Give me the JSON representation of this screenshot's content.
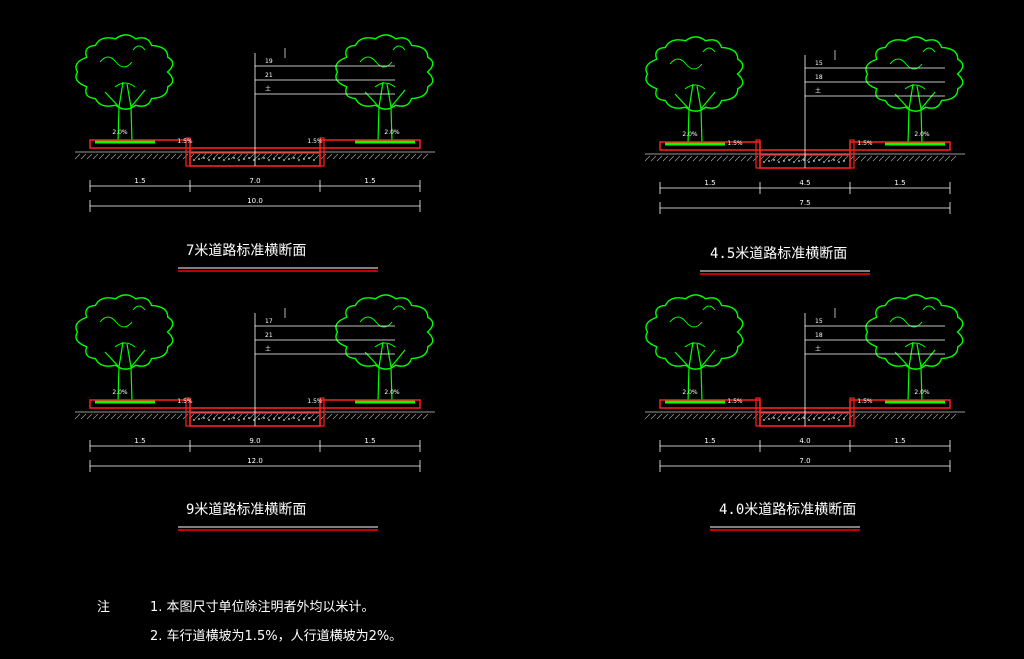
{
  "sections": [
    {
      "id": "7m",
      "title": "7米道路标准横断面",
      "dims": [
        "1.5",
        "7.0",
        "1.5"
      ],
      "total": "10.0",
      "slope_left": "1.5%",
      "slope_right": "1.5%",
      "side_slope_left": "2.0%",
      "side_slope_right": "2.0%",
      "layers": [
        "19",
        "21",
        "土"
      ]
    },
    {
      "id": "4_5m",
      "title": "4.5米道路标准横断面",
      "dims": [
        "1.5",
        "4.5",
        "1.5"
      ],
      "total": "7.5",
      "slope_left": "1.5%",
      "slope_right": "1.5%",
      "side_slope_left": "2.0%",
      "side_slope_right": "2.0%",
      "layers": [
        "15",
        "18",
        "土"
      ]
    },
    {
      "id": "9m",
      "title": "9米道路标准横断面",
      "dims": [
        "1.5",
        "9.0",
        "1.5"
      ],
      "total": "12.0",
      "slope_left": "1.5%",
      "slope_right": "1.5%",
      "side_slope_left": "2.0%",
      "side_slope_right": "2.0%",
      "layers": [
        "17",
        "21",
        "土"
      ]
    },
    {
      "id": "4_0m",
      "title": "4.0米道路标准横断面",
      "dims": [
        "1.5",
        "4.0",
        "1.5"
      ],
      "total": "7.0",
      "slope_left": "1.5%",
      "slope_right": "1.5%",
      "side_slope_left": "2.0%",
      "side_slope_right": "2.0%",
      "layers": [
        "15",
        "18",
        "土"
      ]
    }
  ],
  "notes": {
    "label": "注",
    "items": [
      "1.  本图尺寸单位除注明者外均以米计。",
      "2.  车行道横坡为1.5%，人行道横坡为2%。"
    ]
  },
  "colors": {
    "tree": "#00ff00",
    "pavement": "#ff2020",
    "line": "#ffffff",
    "underline": "#ff0000",
    "background": "#000000"
  }
}
